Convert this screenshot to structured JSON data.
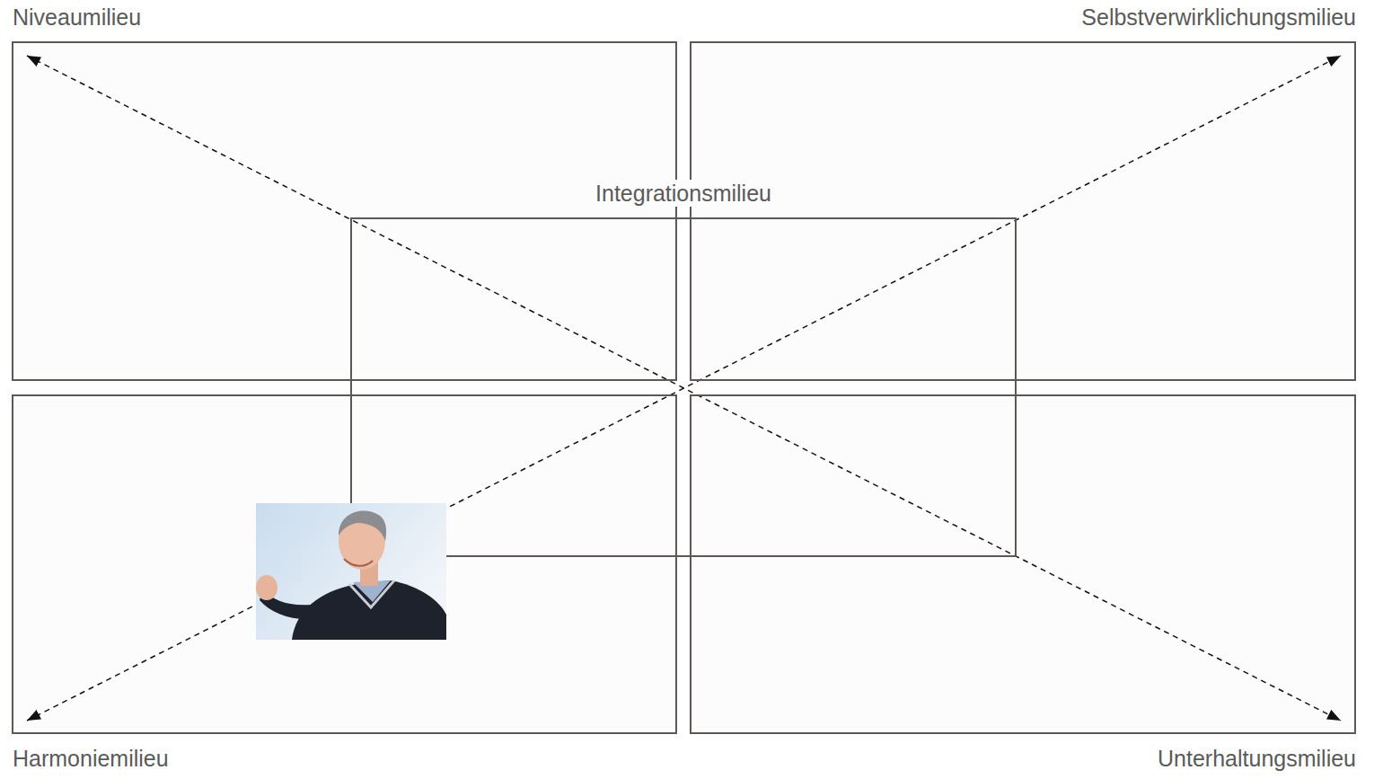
{
  "diagram": {
    "nodes": [
      {
        "text": [
          "Niveaumilieu"
        ]
      },
      {
        "text": [
          "Selbstverwirklichungsmilieu"
        ]
      },
      {
        "text": [
          "Integrationsmilieu"
        ]
      },
      {
        "text": [
          "Harmoniemilieu"
        ]
      },
      {
        "text": [
          "Unterhaltungsmilieu"
        ]
      }
    ]
  }
}
